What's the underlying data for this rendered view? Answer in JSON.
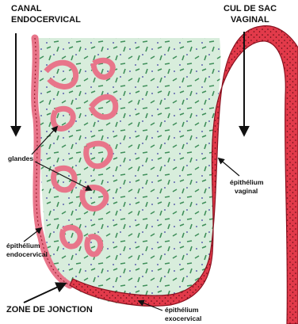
{
  "labels": {
    "canal_line1": "CANAL",
    "canal_line2": "ENDOCERVICAL",
    "cul_line1": "CUL DE SAC",
    "cul_line2": "VAGINAL",
    "glandes": "glandes",
    "epi_vaginal_line1": "épithélium",
    "epi_vaginal_line2": "vaginal",
    "epi_endo_line1": "épithélium",
    "epi_endo_line2": "endocervical",
    "zone_jonction": "ZONE DE JONCTION",
    "epi_exo_line1": "épithélium",
    "epi_exo_line2": "exocervical"
  },
  "colors": {
    "stroma": "#d8eddc",
    "stroma_fibers": "#3f8f5a",
    "stroma_nuclei": "#3a3aa0",
    "epithelium": "#e23a4a",
    "epithelium_edge": "#8a1220",
    "glandular_epithelium": "#e8758a",
    "text": "#111111"
  }
}
